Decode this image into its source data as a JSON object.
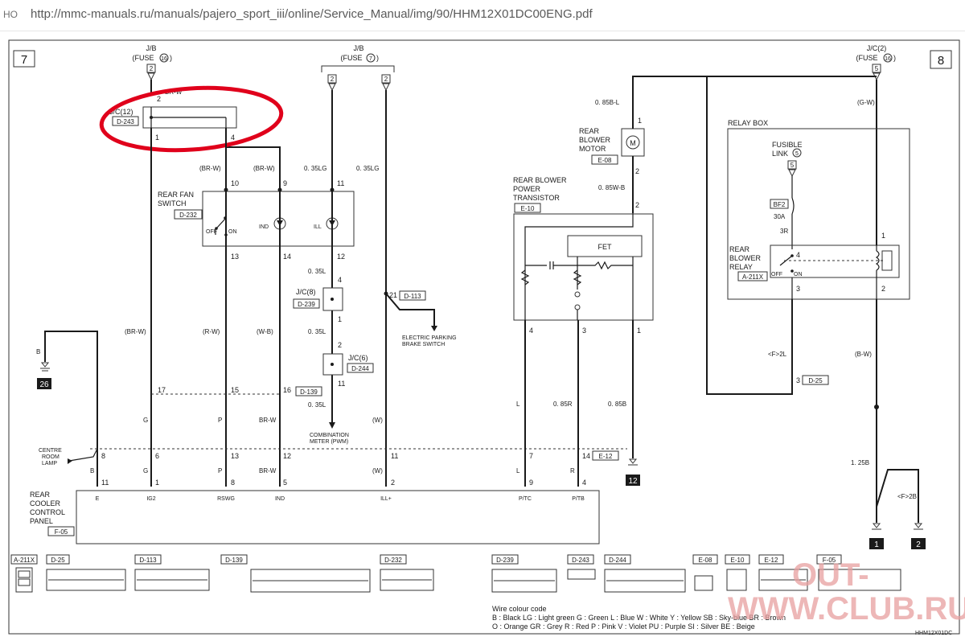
{
  "browser": {
    "prefix": "НО",
    "url": "http://mmc-manuals.ru/manuals/pajero_sport_iii/online/Service_Manual/img/90/HHM12X01DC00ENG.pdf"
  },
  "diagram": {
    "page_left": "7",
    "page_right": "8",
    "jb_left": {
      "title": "J/B",
      "fuse": "(FUSE",
      "fuse_no": "16",
      "pin": "2"
    },
    "jb_mid": {
      "title": "J/B",
      "fuse": "(FUSE",
      "fuse_no": "7",
      "pin_a": "2",
      "pin_b": "2"
    },
    "jc2": {
      "title": "J/C(2)",
      "fuse": "(FUSE",
      "fuse_no": "16",
      "pin": "5"
    },
    "jc12": {
      "label": "J/C(12)",
      "code": "D-243",
      "pin_top": "2",
      "pin_bl": "1",
      "pin_br": "4",
      "wire_top": "BR-W"
    },
    "rear_fan_switch": {
      "name": "REAR FAN\nSWITCH",
      "code": "D-232",
      "off": "OFF",
      "on": "ON",
      "ind": "IND",
      "ill": "ILL",
      "pins_top": [
        "10",
        "9",
        "11"
      ],
      "pins_bottom": [
        "13",
        "14",
        "12"
      ]
    },
    "wires": {
      "brw1": "(BR-W)",
      "brw2": "(BR-W)",
      "lg1": "0. 35LG",
      "lg2": "0. 35LG",
      "l1": "0. 35L",
      "l2": "0. 35L",
      "l3": "0. 35L",
      "brw3": "(BR-W)",
      "rw": "(R-W)",
      "wb": "(W-B)",
      "g1": "G",
      "p1": "P",
      "brw_solid1": "BR-W",
      "w1": "(W)",
      "g2": "G",
      "p2": "P",
      "brw_solid2": "BR-W",
      "w2": "(W)",
      "b_left": "B",
      "b_left2": "B",
      "l_left": "L",
      "l_left2": "L",
      "r085": "0. 85R",
      "r2": "R",
      "b085": "0. 85B",
      "b085l": "0. 85B-L",
      "w085": "0. 85W-B",
      "gw": "(G-W)",
      "bw": "(B-W)",
      "f2l": "<F>2L",
      "b125": "1. 25B",
      "f2b": "<F>2B"
    },
    "jc8": {
      "label": "J/C(8)",
      "code": "D-239",
      "pin_top": "4",
      "pin_bottom": "1"
    },
    "jc6": {
      "label": "J/C(6)",
      "code": "D-244",
      "pin_top": "2",
      "pin_bottom": "11"
    },
    "d113": {
      "pin": "21",
      "code": "D-113",
      "text": "ELECTRIC PARKING\nBRAKE SWITCH"
    },
    "d139": {
      "pins": [
        "17",
        "15",
        "16"
      ],
      "code": "D-139"
    },
    "combination": "COMBINATION\nMETER (PWM)",
    "centre_room": "CENTRE\nROOM\nLAMP",
    "ground26": "26",
    "e12": {
      "pins": [
        "8",
        "6",
        "13",
        "12",
        "11",
        "7",
        "14"
      ],
      "code": "E-12"
    },
    "panel": {
      "name": "REAR\nCOOLER\nCONTROL\nPANEL",
      "code": "F-05",
      "pins": [
        "11",
        "1",
        "8",
        "5",
        "2",
        "9",
        "4"
      ],
      "terms": [
        "E",
        "IG2",
        "RSWG",
        "IND",
        "ILL+",
        "P/TC",
        "P/TB"
      ]
    },
    "blower_motor": {
      "name": "REAR\nBLOWER\nMOTOR",
      "code": "E-08",
      "pin_top": "1",
      "pin_bottom": "2"
    },
    "blower_transistor": {
      "name": "REAR BLOWER\nPOWER\nTRANSISTOR",
      "code": "E-10",
      "fet": "FET",
      "pin_top": "2",
      "pins_bottom": [
        "4",
        "3",
        "1"
      ]
    },
    "ground12": "12",
    "relay_box": {
      "title": "RELAY BOX",
      "fusible": "FUSIBLE\nLINK",
      "fusible_no": "5",
      "pin5": "5",
      "bf2": "BF2",
      "amp": "30A",
      "r3": "3R",
      "relay": "REAR\nBLOWER\nRELAY",
      "code": "A-211X",
      "off": "OFF",
      "on": "ON",
      "pins": [
        "4",
        "1",
        "3",
        "2"
      ]
    },
    "d25": {
      "pin": "3",
      "code": "D-25"
    },
    "grounds_right": [
      "1",
      "2"
    ],
    "connectors": [
      "A-211X",
      "D-25",
      "D-113",
      "D-139",
      "D-232",
      "D-239",
      "D-243",
      "D-244",
      "E-08",
      "E-10",
      "E-12",
      "F-05"
    ],
    "legend": {
      "title": "Wire colour code",
      "line1": "B : Black    LG : Light green    G : Green    L : Blue    W : White    Y : Yellow    SB : Sky-blue    BR : Brown",
      "line2": "O : Orange    GR : Grey    R : Red    P : Pink    V : Violet    PU : Purple    SI : Silver    BE : Beige"
    },
    "doc_code": "HHM12X01DC",
    "watermark": {
      "line1": "OUT-",
      "line2": "WWW.CLUB.RU"
    }
  },
  "colors": {
    "annotation": "#e0001b",
    "watermark": "#e8a0a0",
    "line": "#1a1a1a"
  }
}
